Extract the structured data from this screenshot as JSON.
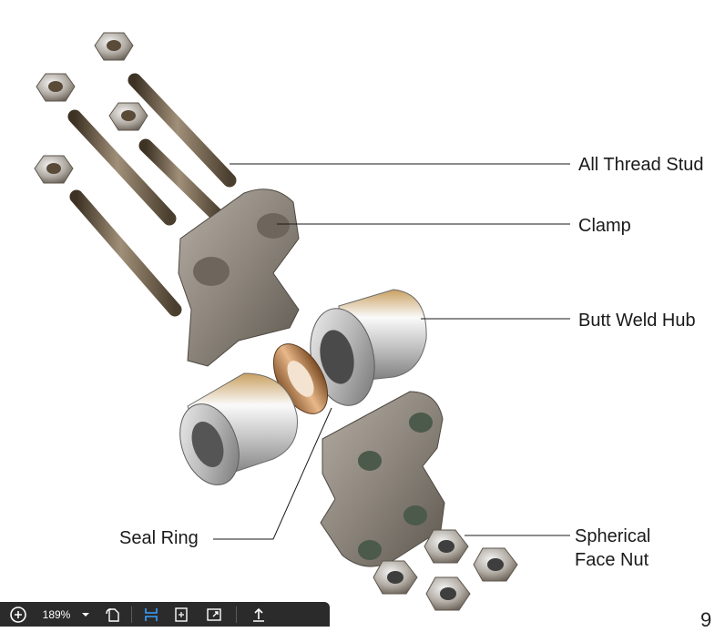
{
  "labels": {
    "stud": "All Thread Stud",
    "clamp": "Clamp",
    "hub": "Butt Weld Hub",
    "seal_ring": "Seal Ring",
    "nut_line1": "Spherical",
    "nut_line2": "Face Nut"
  },
  "page_number": "9",
  "toolbar": {
    "zoom": "189%",
    "icons": [
      "zoom-in-icon",
      "dropdown-icon",
      "rotate-page-icon",
      "fit-width-icon",
      "fit-page-icon",
      "fullscreen-icon",
      "upload-icon"
    ],
    "active_color": "#3aa0ff"
  }
}
